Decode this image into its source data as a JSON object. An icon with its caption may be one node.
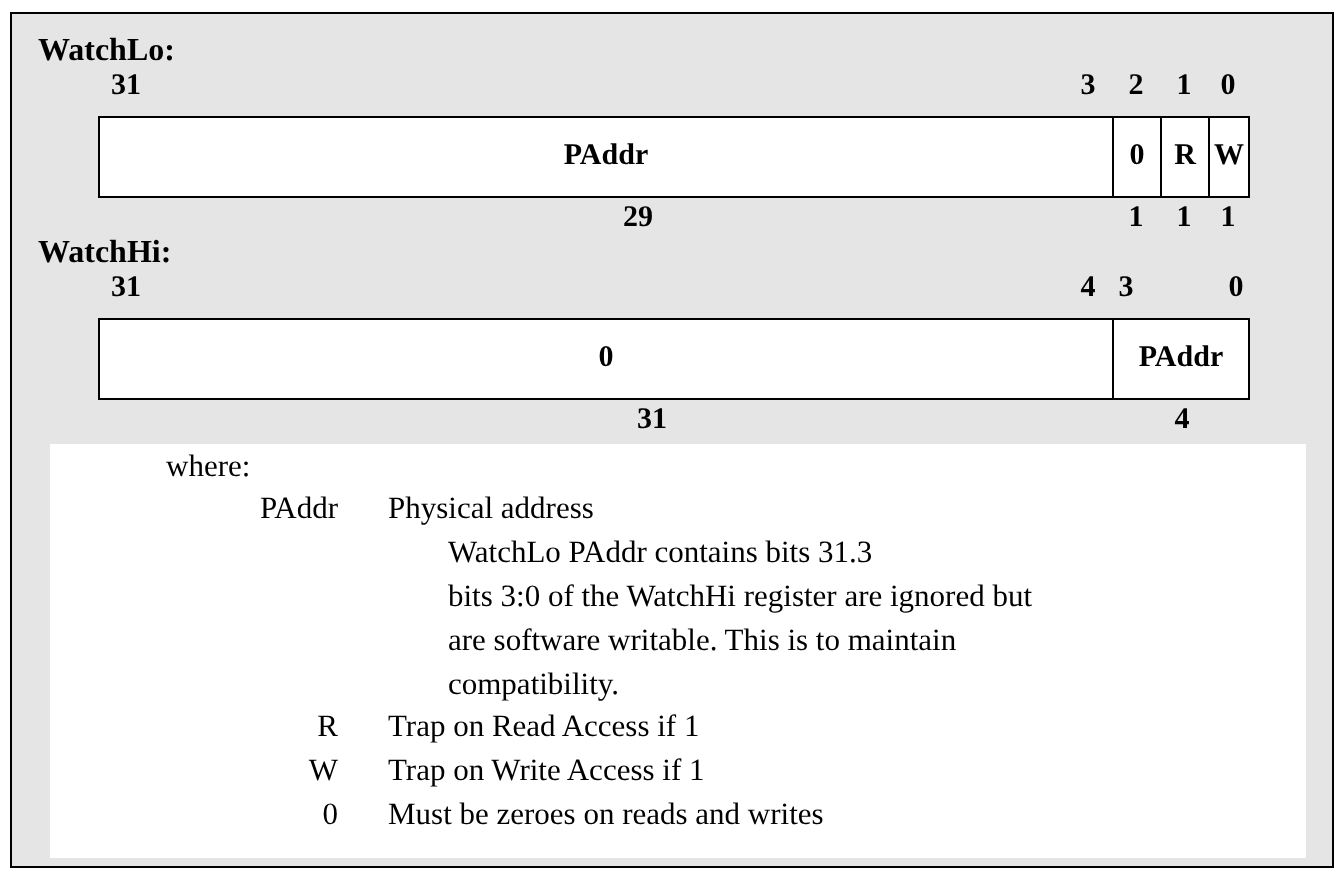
{
  "diagram": {
    "nodes": [
      {
        "text": [
          "PAddr"
        ],
        "beside": [
          "31",
          "3",
          "29"
        ]
      },
      {
        "text": [
          "0"
        ],
        "beside": [
          "2",
          "1"
        ]
      },
      {
        "text": [
          "R"
        ],
        "beside": [
          "1",
          "1"
        ]
      },
      {
        "text": [
          "W"
        ],
        "beside": [
          "0",
          "1"
        ]
      },
      {
        "text": [
          "0"
        ],
        "beside": [
          "31",
          "4",
          "31"
        ]
      },
      {
        "text": [
          "PAddr"
        ],
        "beside": [
          "3",
          "0",
          "4"
        ]
      },
      {
        "text": [
          "where:",
          "PAddr",
          "Physical address",
          "WatchLo PAddr contains bits 31.3",
          "bits 3:0 of the WatchHi register are ignored but are software writable. This is to maintain compatibility.",
          "R",
          "Trap on Read Access if 1",
          "W",
          "Trap on Write Access if 1",
          "0",
          "Must be zeroes on reads and writes"
        ]
      }
    ],
    "edges": [],
    "labels": [
      "WatchLo:",
      "WatchHi:"
    ]
  }
}
